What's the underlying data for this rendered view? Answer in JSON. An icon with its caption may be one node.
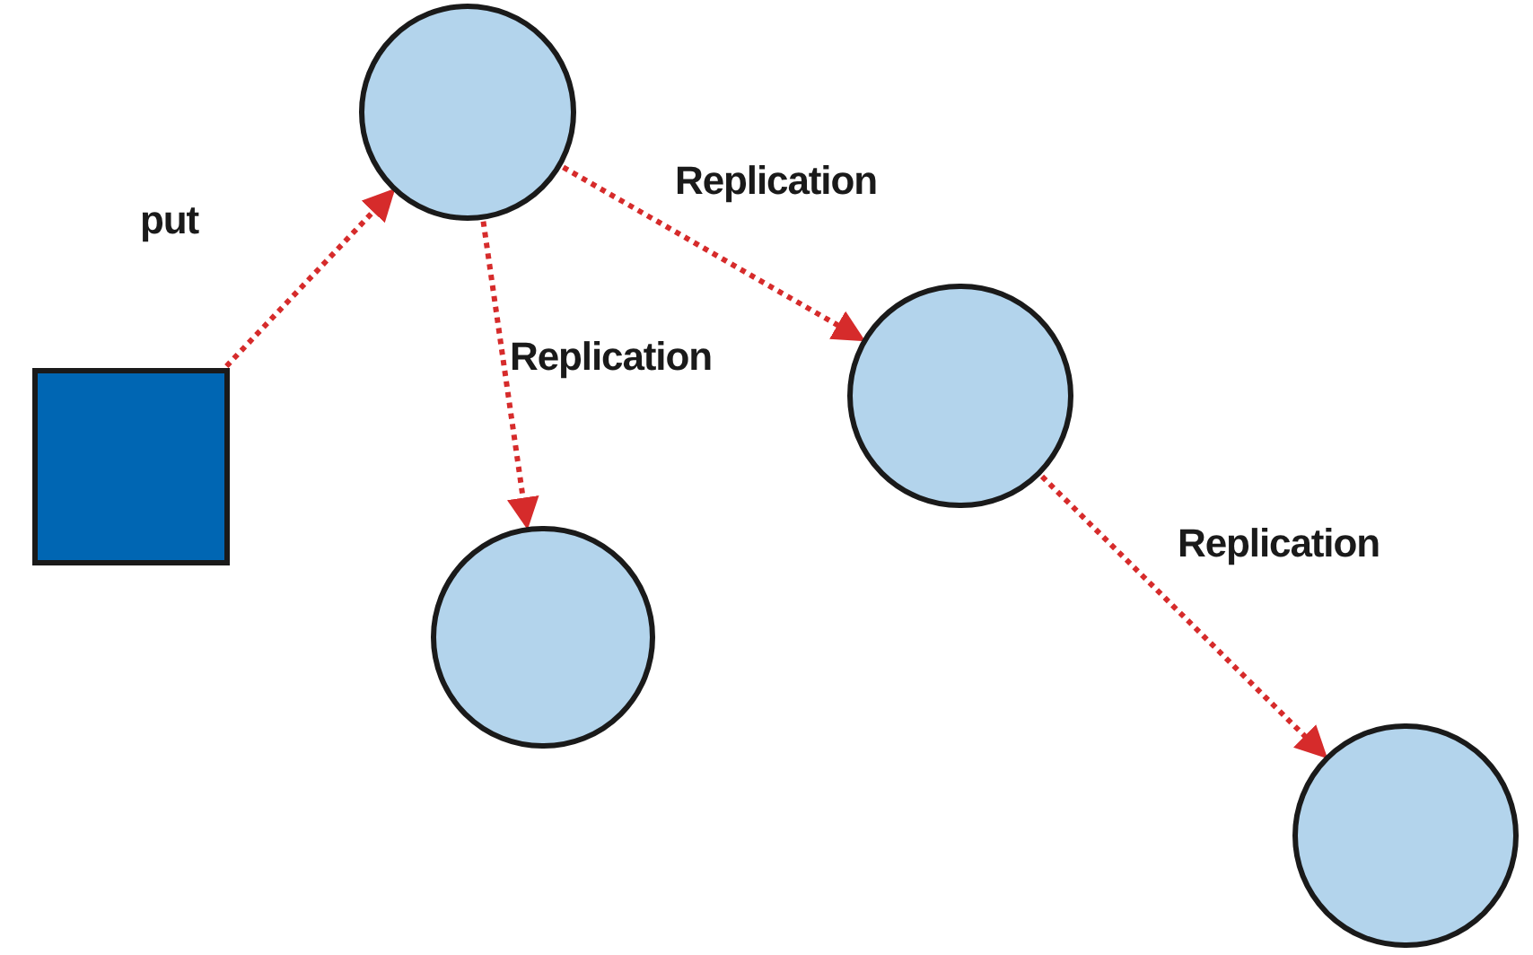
{
  "diagram": {
    "nodes": [
      {
        "text": [],
        "shape": "box"
      },
      {
        "text": [],
        "shape": "circle"
      },
      {
        "text": [],
        "shape": "circle"
      },
      {
        "text": [],
        "shape": "circle"
      },
      {
        "text": [],
        "shape": "circle"
      }
    ],
    "edges": [
      {
        "from": 0,
        "to": 1,
        "arrow": "to",
        "label": "put"
      },
      {
        "from": 1,
        "to": 2,
        "arrow": "to",
        "label": "Replication"
      },
      {
        "from": 1,
        "to": 3,
        "arrow": "to",
        "label": "Replication"
      },
      {
        "from": 3,
        "to": 4,
        "arrow": "to",
        "label": "Replication"
      }
    ]
  }
}
